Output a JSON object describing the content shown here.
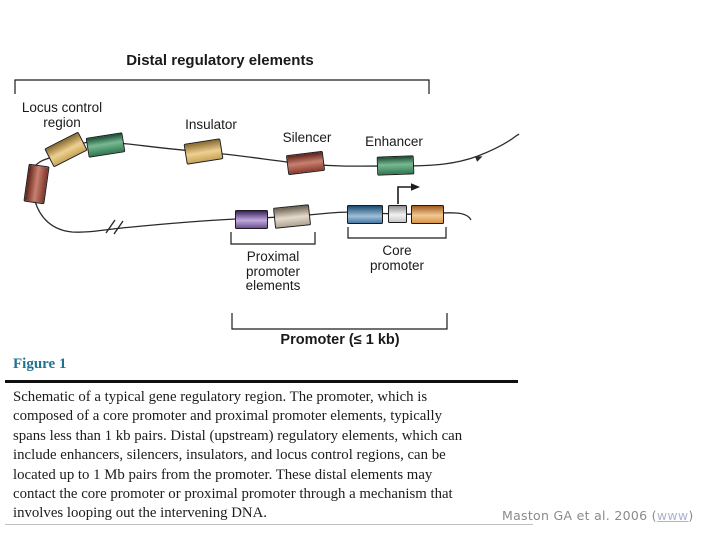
{
  "slide": {
    "background": "#ffffff"
  },
  "diagram": {
    "distal_bracket_label": "Distal regulatory elements",
    "labels": {
      "locus_control": [
        "Locus control",
        "region"
      ],
      "insulator": "Insulator",
      "silencer": "Silencer",
      "enhancer": "Enhancer",
      "proximal": [
        "Proximal",
        "promoter",
        "elements"
      ],
      "core": [
        "Core",
        "promoter"
      ],
      "promoter": "Promoter (≤ 1 kb)"
    },
    "elements": [
      {
        "name": "locus-control-region-cylinder-red",
        "color": "#8a3a2e"
      },
      {
        "name": "locus-control-region-cylinder-tan",
        "color": "#c9a458"
      },
      {
        "name": "locus-control-region-cylinder-green",
        "color": "#2e7a4e"
      },
      {
        "name": "insulator-cylinder",
        "color": "#c9a458"
      },
      {
        "name": "silencer-cylinder",
        "color": "#8a3a2e"
      },
      {
        "name": "enhancer-cylinder",
        "color": "#2e7a4e"
      },
      {
        "name": "proximal-element-cylinder-purple",
        "color": "#6d4f96"
      },
      {
        "name": "proximal-element-cylinder-taupe",
        "color": "#b0a492"
      },
      {
        "name": "core-promoter-cylinder-blue",
        "color": "#4878a4"
      },
      {
        "name": "tss-cylinder-gray",
        "color": "#c6c6c6"
      },
      {
        "name": "core-promoter-cylinder-orange",
        "color": "#d89448"
      }
    ],
    "strand_color": "#2a2a2a"
  },
  "figure": {
    "heading": "Figure 1",
    "heading_color": "#1e7390",
    "caption_lines": [
      "Schematic of a typical gene regulatory region. The promoter, which is",
      "composed of a core promoter and proximal promoter elements, typically",
      "spans less than 1 kb pairs. Distal (upstream) regulatory elements, which can",
      "include enhancers, silencers, insulators, and locus control regions, can be",
      "located up to 1 Mb pairs from the promoter. These distal elements may",
      "contact the core promoter or proximal promoter through a mechanism that",
      "involves looping out the intervening DNA."
    ]
  },
  "citation": {
    "prefix": "Maston GA et al. 2006 (",
    "link": "www",
    "suffix": ")"
  }
}
